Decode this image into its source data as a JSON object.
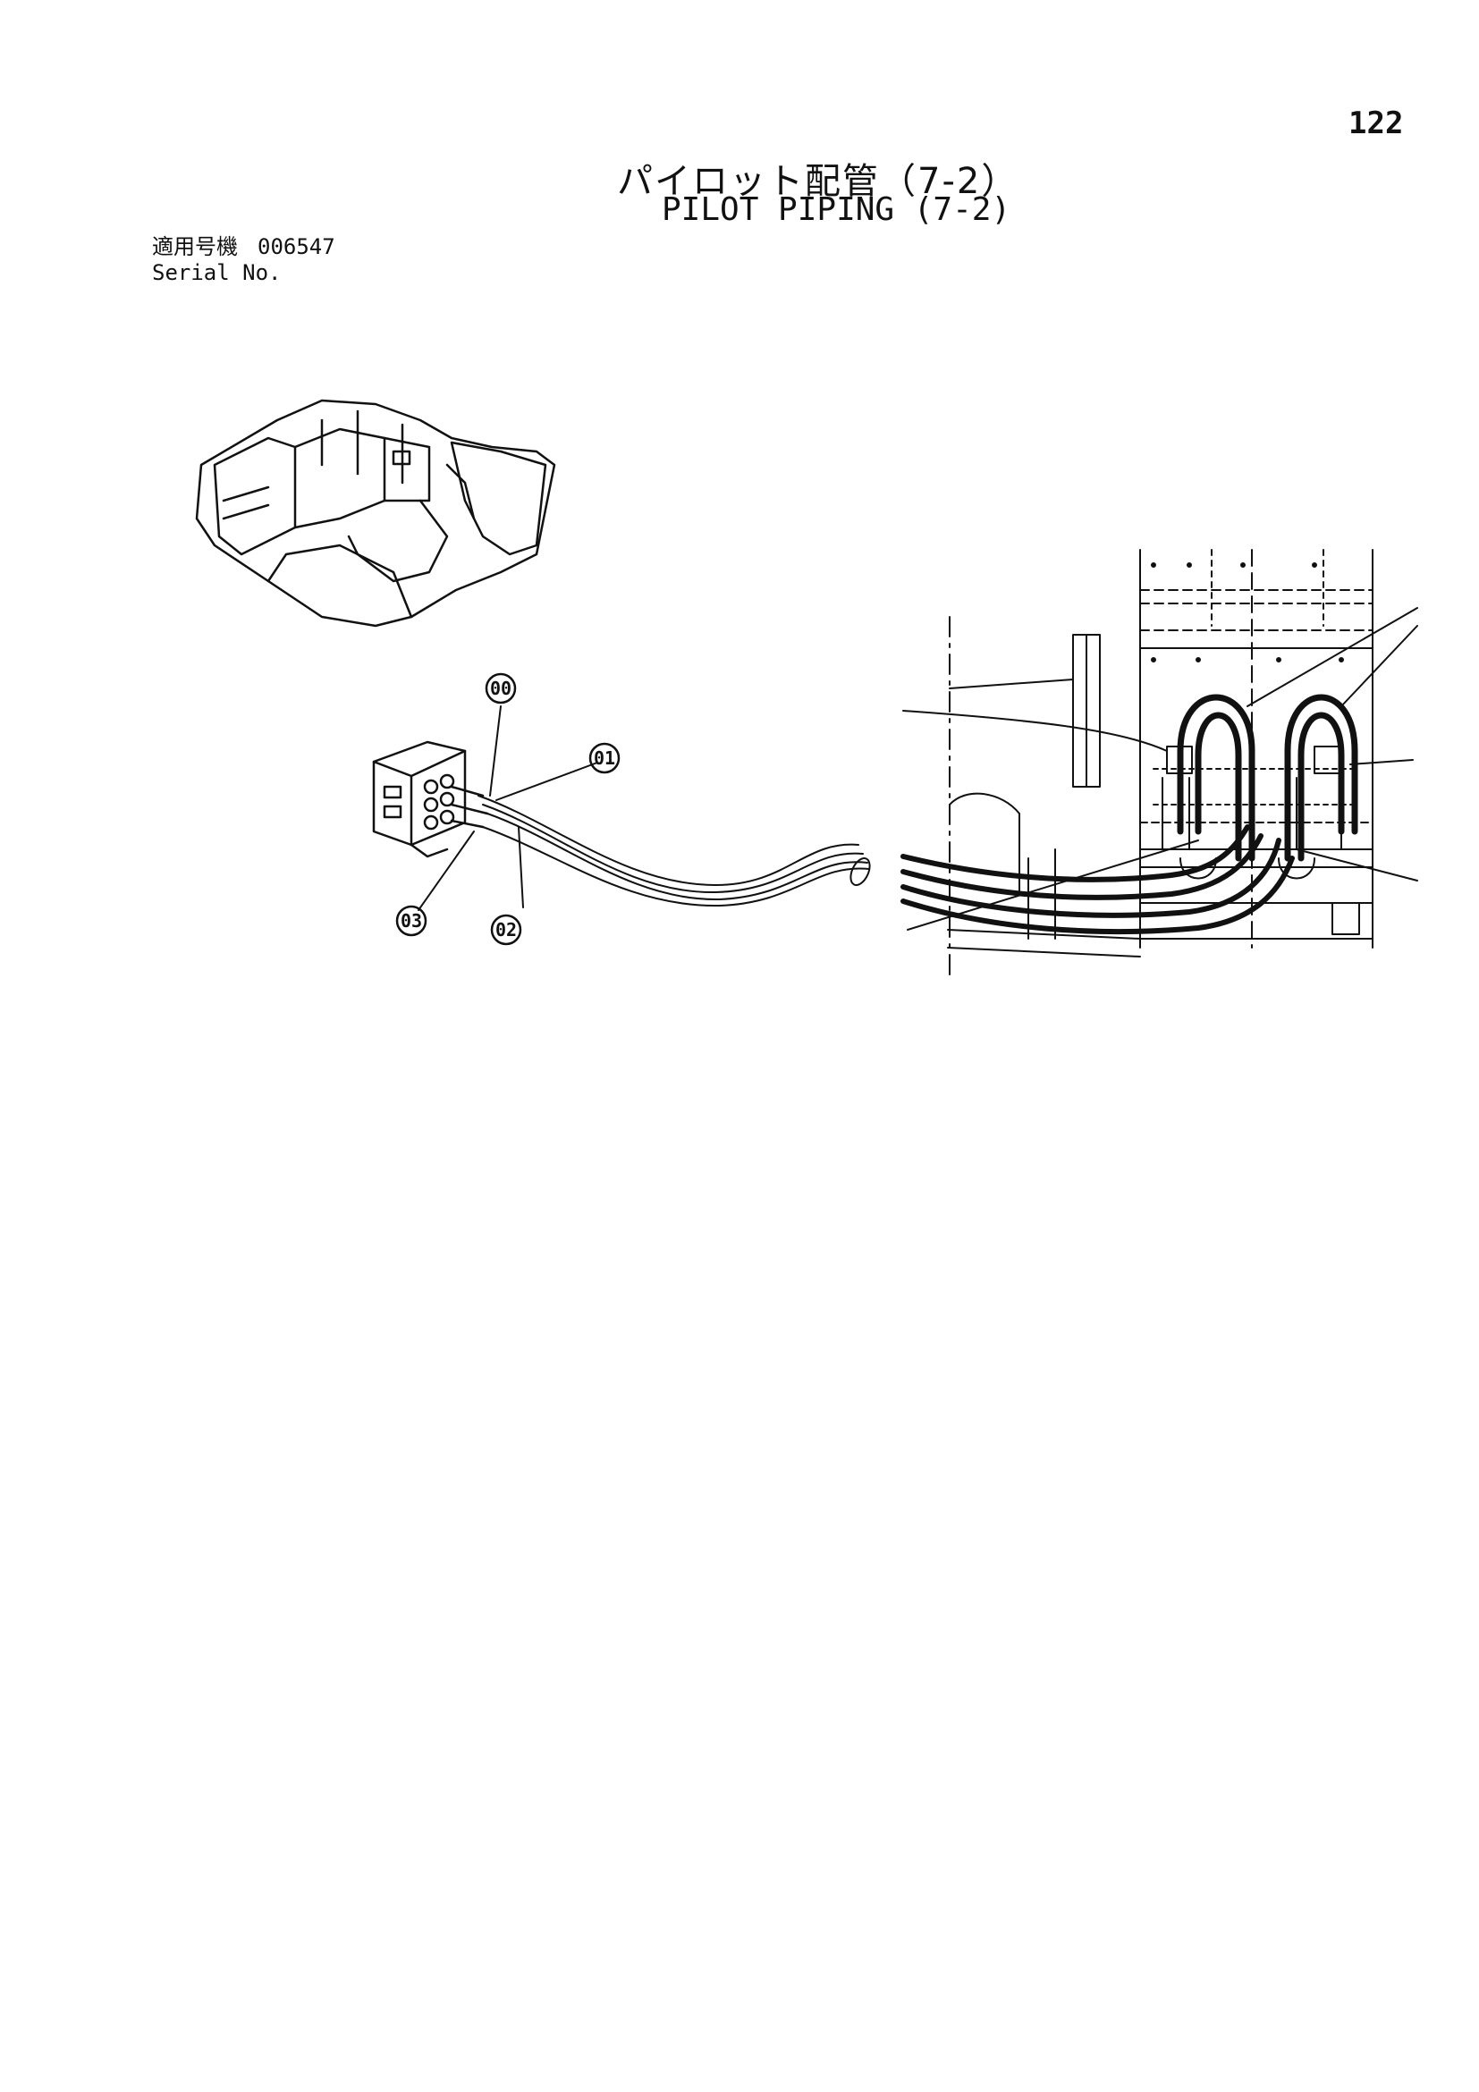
{
  "page": {
    "number": "122",
    "title_jp": "パイロット配管（7-2）",
    "title_en": "PILOT PIPING (7-2)"
  },
  "serial": {
    "label_jp": "適用号機",
    "value": "006547",
    "label_en": "Serial No."
  },
  "callouts": [
    {
      "id": "00",
      "label": "00"
    },
    {
      "id": "01",
      "label": "01"
    },
    {
      "id": "02",
      "label": "02"
    },
    {
      "id": "03",
      "label": "03"
    }
  ]
}
